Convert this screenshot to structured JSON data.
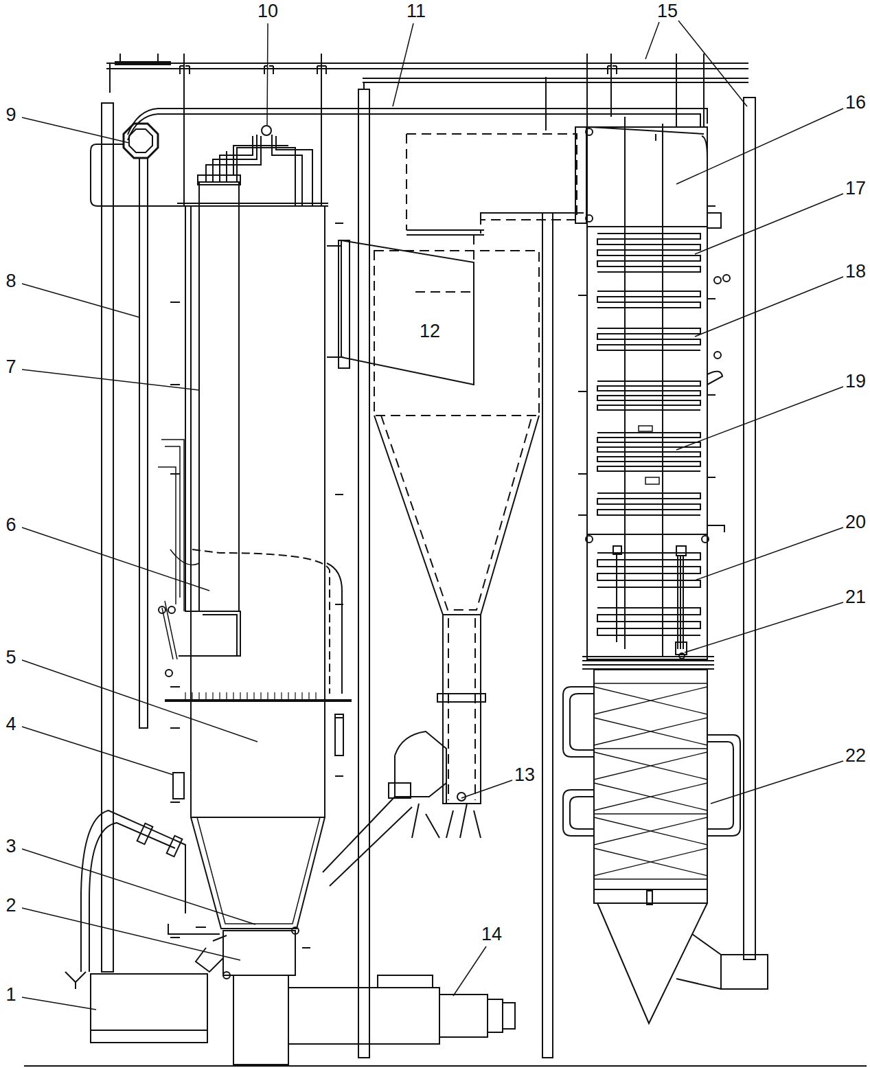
{
  "diagram": {
    "labels": [
      "1",
      "2",
      "3",
      "4",
      "5",
      "6",
      "7",
      "8",
      "9",
      "10",
      "11",
      "12",
      "13",
      "14",
      "15",
      "16",
      "17",
      "18",
      "19",
      "20",
      "21",
      "22"
    ]
  }
}
